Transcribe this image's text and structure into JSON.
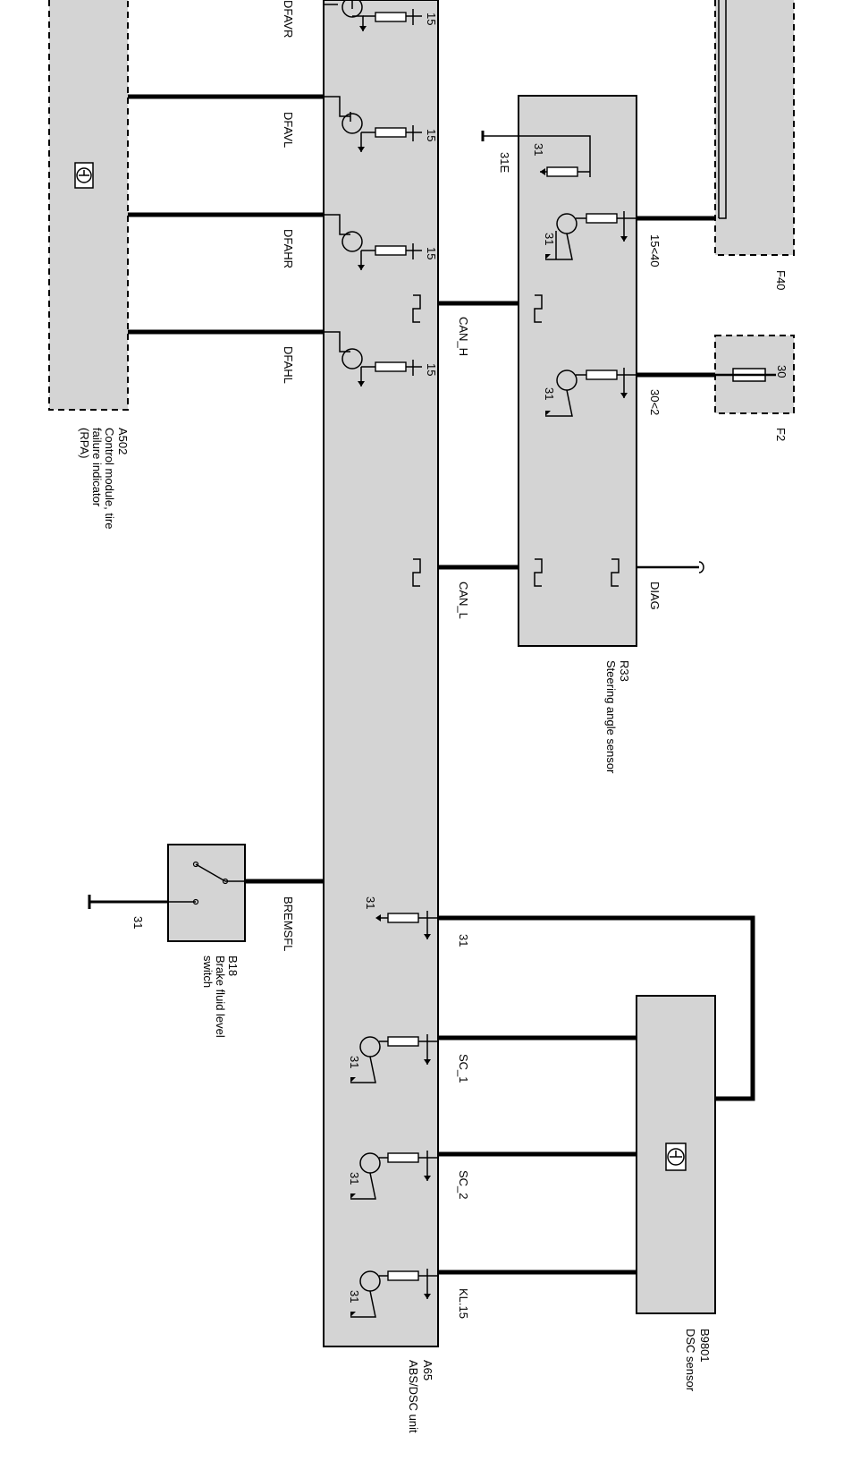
{
  "components": {
    "a65": {
      "code": "A65",
      "name": "ABS/DSC unit"
    },
    "a502": {
      "code": "A502",
      "name_lines": [
        "Control module, tire",
        "failure indicator",
        "(RPA)"
      ]
    },
    "r33": {
      "code": "R33",
      "name": "Steering angle sensor"
    },
    "b18": {
      "code": "B18",
      "name_lines": [
        "Brake fluid level",
        "switch"
      ]
    },
    "b9801": {
      "code": "B9801",
      "name": "DSC sensor"
    },
    "f40": {
      "code": "F40",
      "pin": "15<40"
    },
    "f2": {
      "code": "F2",
      "pin": "30<2",
      "fuse_value": "30"
    }
  },
  "signals": {
    "dfavr": "DFAVR",
    "dfavl": "DFAVL",
    "dfahr": "DFAHR",
    "dfahl": "DFAHL",
    "can_h": "CAN_H",
    "can_l": "CAN_L",
    "diag": "DIAG",
    "bremsfl": "BREMSFL",
    "sc_1": "SC_1",
    "sc_2": "SC_2",
    "kl_15": "KL.15",
    "ground": "31",
    "ground_e": "31E"
  },
  "pins": {
    "p15": "15",
    "p31": "31"
  }
}
